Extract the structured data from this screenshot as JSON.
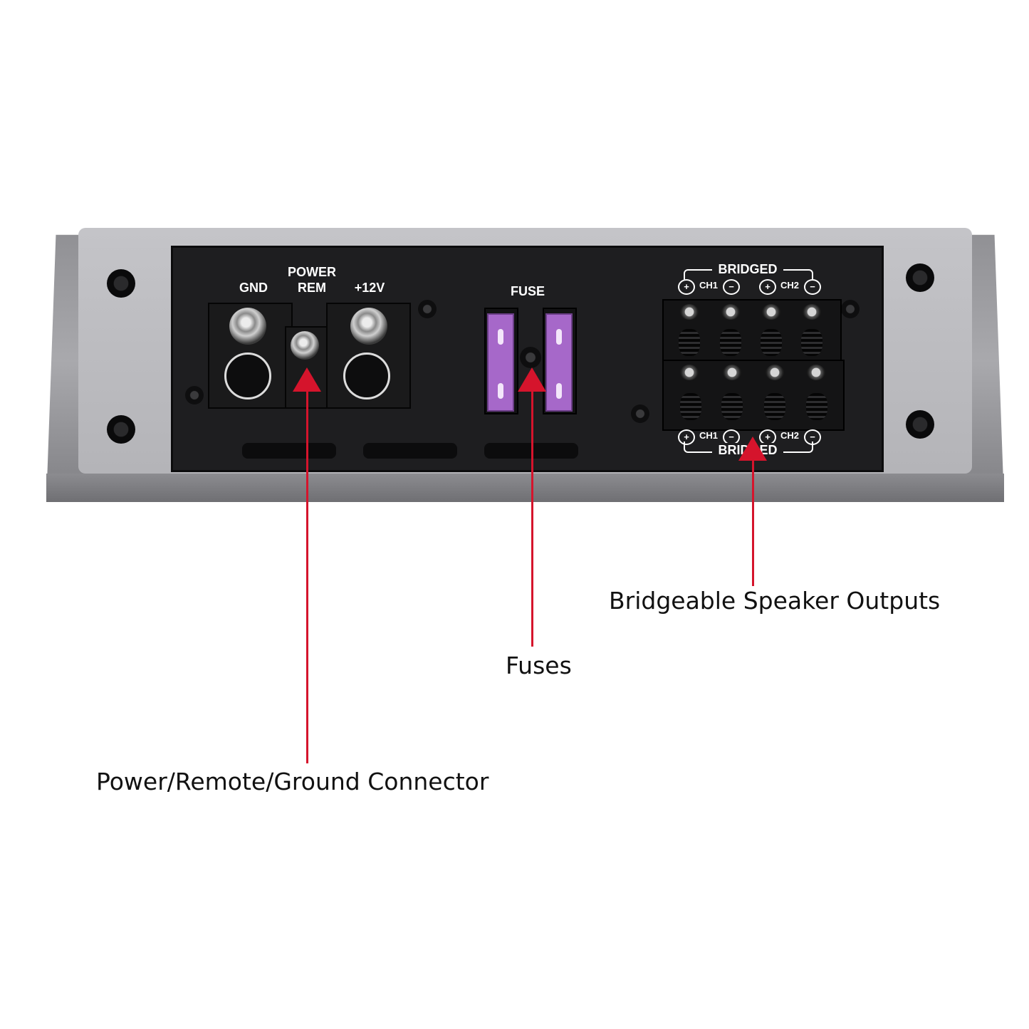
{
  "panel_labels": {
    "gnd": "GND",
    "power": "POWER",
    "rem": "REM",
    "plus12v": "+12V",
    "fuse": "FUSE",
    "bridged_top": "BRIDGED",
    "bridged_bottom": "BRIDGED",
    "ch1": "CH1",
    "ch2": "CH2",
    "plus": "+",
    "minus": "−"
  },
  "callouts": {
    "power_connector": "Power/Remote/Ground Connector",
    "fuses": "Fuses",
    "speaker_outputs": "Bridgeable Speaker Outputs"
  },
  "colors": {
    "arrow": "#d5142c",
    "fuse": "#a668c9",
    "housing": "#a9a9ad"
  }
}
